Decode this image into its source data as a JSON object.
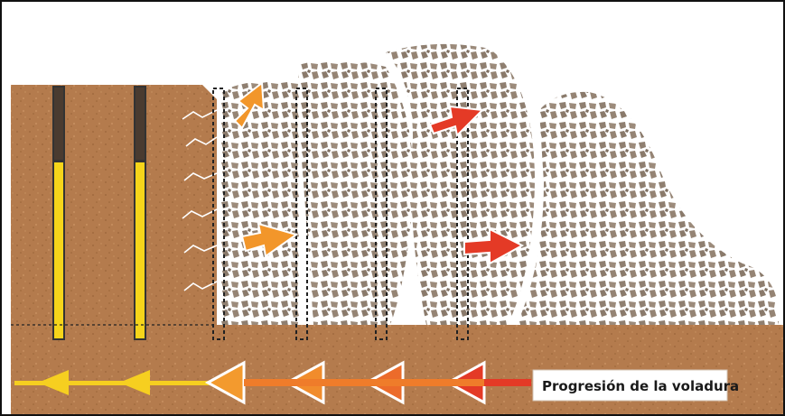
{
  "diagram": {
    "caption": "Progresión de la voladura",
    "colors": {
      "ground": "#b47b4d",
      "ground_dark": "#8f5d35",
      "rock_fragment": "#8f7f70",
      "explosive_charge": "#f6d51a",
      "stemming": "#4a3b30",
      "arrow_orange": "#f2962a",
      "arrow_red": "#e43a26",
      "progression_yellow": "#f6cf20",
      "white": "#ffffff"
    },
    "icons": [
      "broken-rock-pile",
      "explosive-column",
      "displacement-arrow",
      "progression-arrow"
    ]
  }
}
